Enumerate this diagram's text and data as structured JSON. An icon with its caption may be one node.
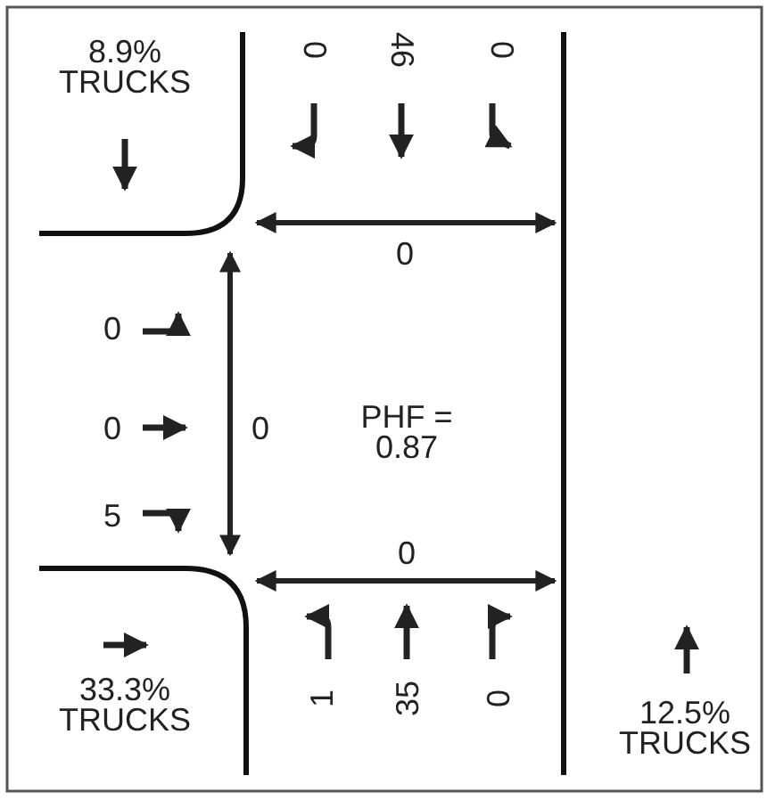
{
  "diagram": {
    "labels": [
      "8.9% TRUCKS",
      "0",
      "46",
      "0",
      "0",
      "0",
      "0",
      "0",
      "PHF = 0.87",
      "5",
      "0",
      "1",
      "35",
      "0",
      "33.3% TRUCKS",
      "12.5% TRUCKS"
    ]
  }
}
